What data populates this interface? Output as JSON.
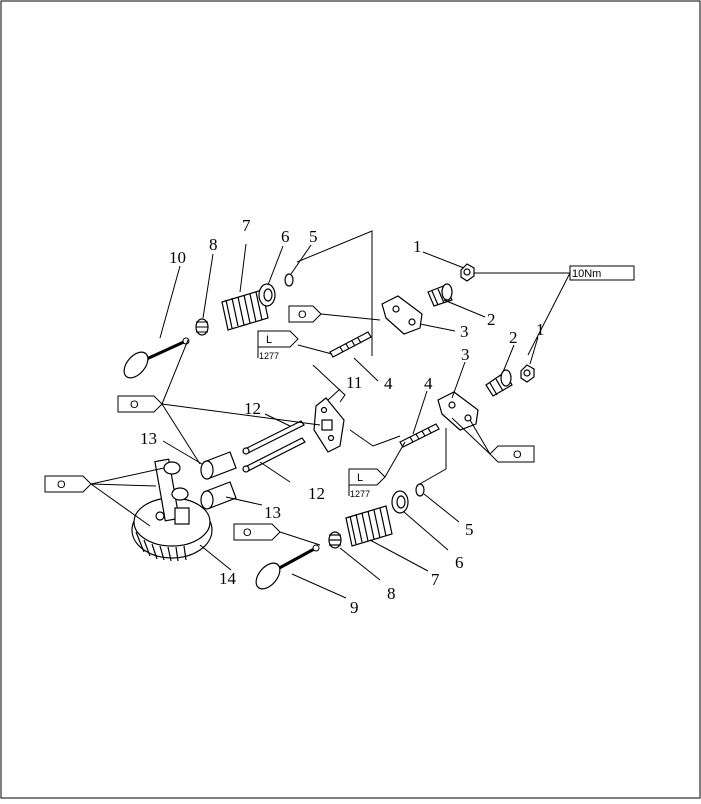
{
  "diagram": {
    "callouts": {
      "c1a": "1",
      "c1b": "1",
      "c2a": "2",
      "c2b": "2",
      "c3a": "3",
      "c3b": "3",
      "c4a": "4",
      "c4b": "4",
      "c5a": "5",
      "c5b": "5",
      "c6a": "6",
      "c6b": "6",
      "c7a": "7",
      "c7b": "7",
      "c8a": "8",
      "c8b": "8",
      "c9": "9",
      "c10": "10",
      "c11": "11",
      "c12a": "12",
      "c12b": "12",
      "c13a": "13",
      "c13b": "13",
      "c14": "14"
    },
    "torque_label": "10Nm",
    "oil_symbol": "O",
    "loctite_symbol": "L",
    "loctite_code": "1277"
  }
}
